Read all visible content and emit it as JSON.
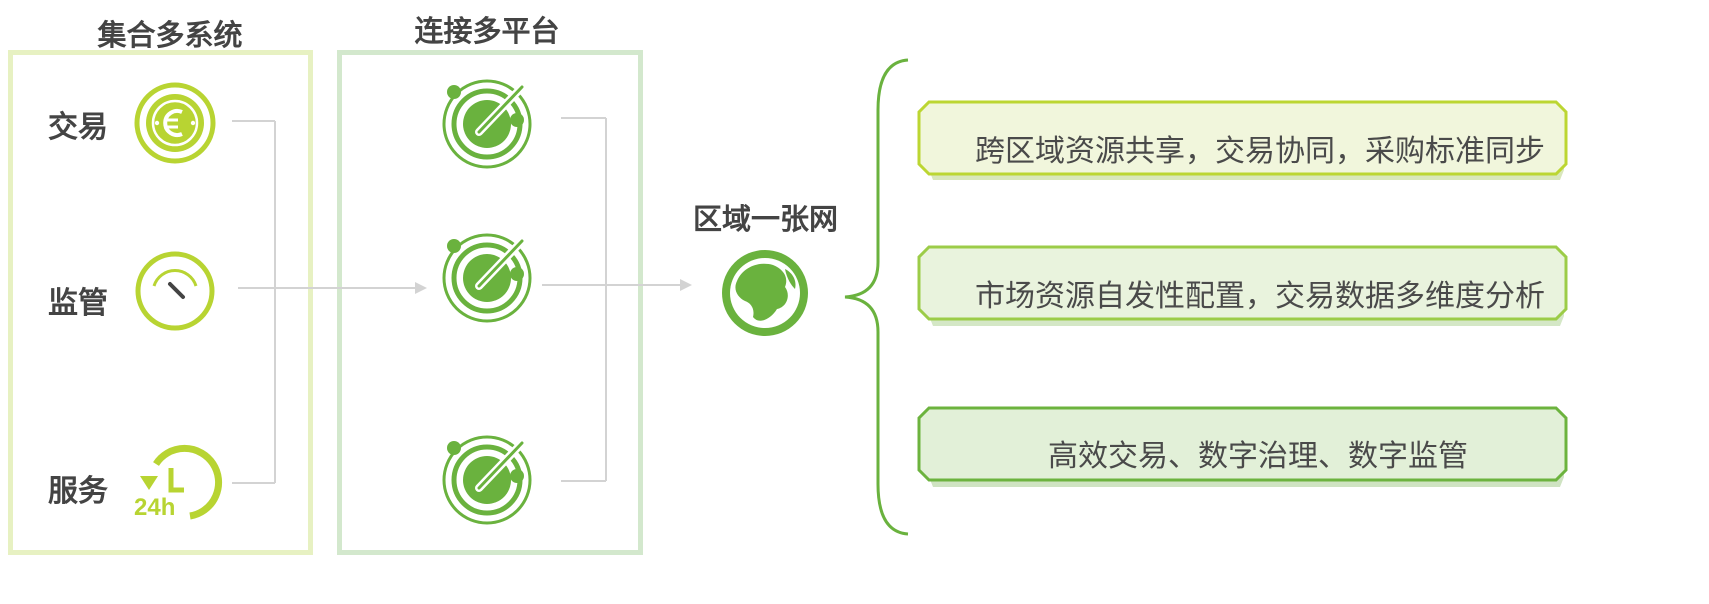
{
  "columns": {
    "systems_title": "集合多系统",
    "platforms_title": "连接多平台"
  },
  "systems": [
    {
      "label": "交易",
      "icon": "euro-coin-icon"
    },
    {
      "label": "监管",
      "icon": "gauge-icon"
    },
    {
      "label": "服务",
      "icon": "24h-clock-icon",
      "icon_text": "24h"
    }
  ],
  "platforms": [
    {
      "icon": "radar-icon"
    },
    {
      "icon": "radar-icon"
    },
    {
      "icon": "radar-icon"
    }
  ],
  "center": {
    "title": "区域一张网",
    "icon": "globe-icon"
  },
  "outcomes": [
    {
      "text": "跨区域资源共享，交易协同，采购标准同步",
      "color": "#bcd632",
      "fill": "#f1f6dc"
    },
    {
      "text": "市场资源自发性配置，交易数据多维度分析",
      "color": "#9ccc48",
      "fill": "#e9f3dd"
    },
    {
      "text": "高效交易、数字治理、数字监管",
      "color": "#6cb33e",
      "fill": "#e2f0d8"
    }
  ],
  "colors": {
    "lime": "#b8d432",
    "green": "#6ab23e",
    "connector": "#d3d3d3",
    "panel_systems": "#e7f1c2",
    "panel_platforms": "#d3e8cd"
  }
}
